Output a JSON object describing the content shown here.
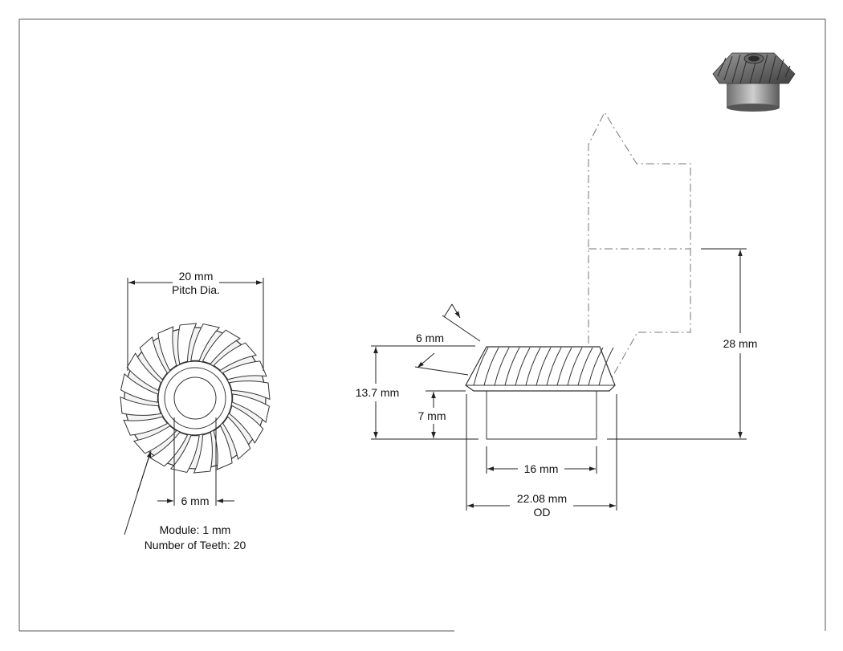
{
  "front_view": {
    "pitch_dia_value": "20 mm",
    "pitch_dia_label": "Pitch Dia.",
    "bore_value": "6 mm",
    "module_note": "Module: 1 mm",
    "teeth_note": "Number of Teeth: 20"
  },
  "side_view": {
    "face_width": "6 mm",
    "total_height": "13.7 mm",
    "hub_height": "7 mm",
    "mount_distance": "28 mm",
    "hub_dia": "16 mm",
    "od_value": "22.08 mm",
    "od_label": "OD"
  },
  "colors": {
    "border": "#555555",
    "line": "#222222",
    "gear_fill": "#d8d8d8",
    "hub_fill": "#e4e4e4"
  },
  "icons": {
    "thumbnail": "gear-3d-preview-icon"
  }
}
